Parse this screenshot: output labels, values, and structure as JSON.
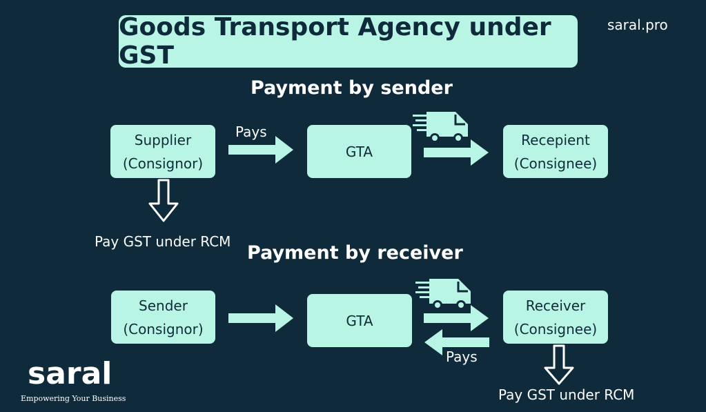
{
  "title": "Goods Transport Agency under GST",
  "brand_url": "saral.pro",
  "section1": {
    "heading": "Payment by sender",
    "from_line1": "Supplier",
    "from_line2": "(Consignor)",
    "gta": "GTA",
    "to_line1": "Recepient",
    "to_line2": "(Consignee)",
    "pays_label": "Pays",
    "rcm_note": "Pay GST under RCM"
  },
  "section2": {
    "heading": "Payment by receiver",
    "from_line1": "Sender",
    "from_line2": "(Consignor)",
    "gta": "GTA",
    "to_line1": "Receiver",
    "to_line2": "(Consignee)",
    "pays_label": "Pays",
    "rcm_note": "Pay GST under RCM"
  },
  "logo": {
    "word": "saral",
    "tagline": "Empowering Your Business"
  },
  "colors": {
    "background": "#0f2a3a",
    "accent": "#b9f5e4",
    "text": "#ffffff"
  }
}
